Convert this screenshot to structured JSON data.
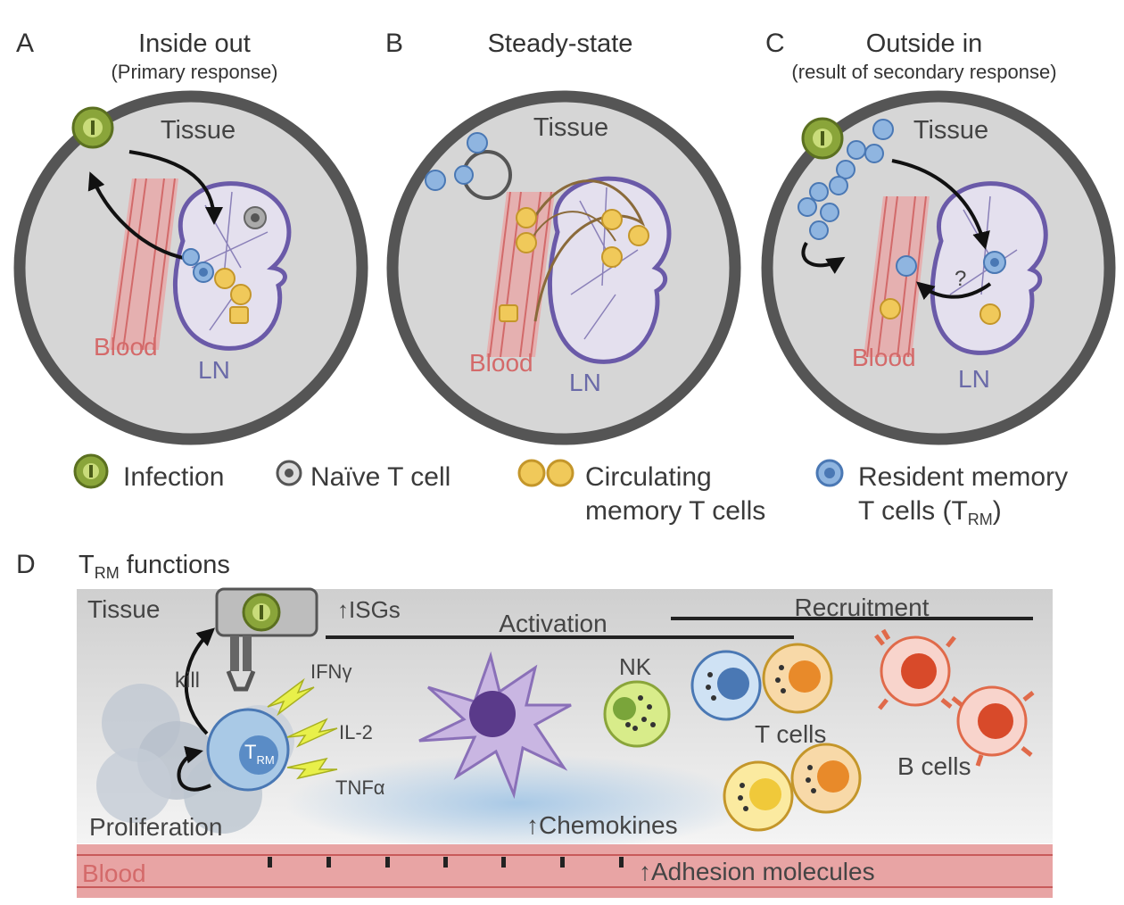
{
  "panels": {
    "a": {
      "letter": "A",
      "title": "Inside out",
      "subtitle": "(Primary response)",
      "tissue": "Tissue",
      "blood": "Blood",
      "ln": "LN"
    },
    "b": {
      "letter": "B",
      "title": "Steady-state",
      "tissue": "Tissue",
      "blood": "Blood",
      "ln": "LN"
    },
    "c": {
      "letter": "C",
      "title": "Outside in",
      "subtitle": "(result of secondary response)",
      "tissue": "Tissue",
      "blood": "Blood",
      "ln": "LN",
      "question": "?"
    }
  },
  "legend": {
    "infection": "Infection",
    "naive": "Naïve T cell",
    "circulating_1": "Circulating",
    "circulating_2": "memory T cells",
    "resident_1": "Resident memory",
    "resident_2_main": "T cells (T",
    "resident_2_sub": "RM",
    "resident_2_end": ")"
  },
  "panel_d": {
    "letter": "D",
    "title_main": "T",
    "title_sub": "RM",
    "title_rest": " functions",
    "tissue": "Tissue",
    "isgs": "ISGs",
    "activation": "Activation",
    "recruitment": "Recruitment",
    "kill": "kill",
    "ifng": "IFNγ",
    "il2": "IL-2",
    "tnfa": "TNFα",
    "trm_main": "T",
    "trm_sub": "RM",
    "nk": "NK",
    "t_cells": "T cells",
    "b_cells": "B cells",
    "proliferation": "Proliferation",
    "chemokines": "Chemokines",
    "blood": "Blood",
    "adhesion": "Adhesion molecules"
  },
  "colors": {
    "infection": "#8aa53a",
    "naive": "#9a9a9a",
    "circulating": "#e6b23a",
    "resident": "#5a8cc6",
    "blood": "#e59a9a",
    "ln_outline": "#6a5aa8",
    "circle_border": "#555555",
    "circle_fill": "#d6d6d6"
  }
}
